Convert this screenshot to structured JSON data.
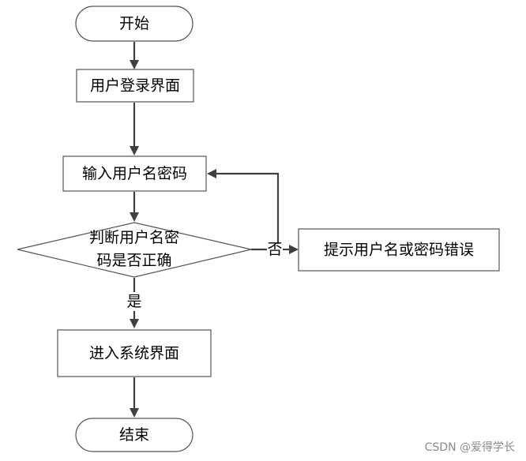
{
  "nodes": {
    "start": "开始",
    "login_screen": "用户登录界面",
    "input_credentials": "输入用户名密码",
    "decision_line1": "判断用户名密",
    "decision_line2": "码是否正确",
    "error_prompt": "提示用户名或密码错误",
    "enter_system": "进入系统界面",
    "end": "结束"
  },
  "edge_labels": {
    "no": "否",
    "yes": "是"
  },
  "watermark": "CSDN @爱得学长",
  "colors": {
    "shape_stroke": "#555555",
    "edge": "#404040",
    "watermark": "#8a8a8a"
  }
}
